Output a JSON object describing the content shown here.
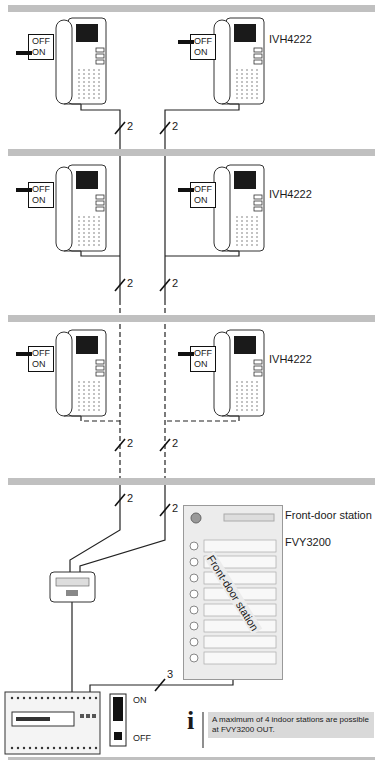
{
  "diagram": {
    "nodes": [
      {
        "text": [
          "OFF",
          "ON"
        ]
      },
      {
        "text": [
          "OFF",
          "ON"
        ]
      },
      {
        "text": [
          "OFF",
          "ON"
        ]
      },
      {
        "text": [
          "OFF",
          "ON"
        ]
      },
      {
        "text": [
          "OFF",
          "ON"
        ]
      },
      {
        "text": [
          "OFF",
          "ON"
        ]
      },
      {
        "text": [
          "Front-door station",
          "FVY3200",
          "Front-door station"
        ]
      },
      {
        "text": [
          "A maximum of 4 indoor stations are possible at FVY3200 OUT."
        ]
      }
    ],
    "labels": [
      "IVH4222",
      "2",
      "2",
      "IVH4222",
      "2",
      "2",
      "IVH4222",
      "2",
      "2",
      "2",
      "2",
      "3",
      "ON",
      "OFF",
      "i"
    ]
  }
}
